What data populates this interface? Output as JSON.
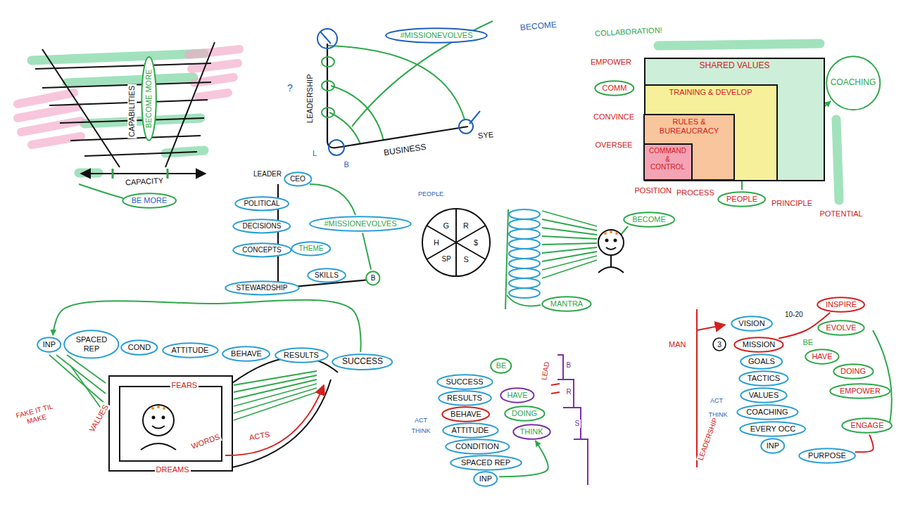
{
  "diagram": {
    "nodes": [
      {
        "text": [
          "BECOME MORE"
        ]
      },
      {
        "text": [
          "BE MORE"
        ]
      },
      {
        "text": [
          "#MISSIONEVOLVES"
        ]
      },
      {
        "text": [
          "COMM"
        ]
      },
      {
        "text": [
          "SHARED VALUES"
        ]
      },
      {
        "text": [
          "TRAINING & DEVELOP"
        ],
        "in": 4
      },
      {
        "text": [
          "RULES & BUREAUCRACY"
        ],
        "in": 5
      },
      {
        "text": [
          "COMMAND & CONTROL"
        ],
        "in": 6
      },
      {
        "text": [
          "COACHING"
        ]
      },
      {
        "text": [
          "PEOPLE"
        ]
      },
      {
        "text": [
          "CEO"
        ]
      },
      {
        "text": [
          "POLITICAL"
        ]
      },
      {
        "text": [
          "DECISIONS"
        ]
      },
      {
        "text": [
          "CONCEPTS"
        ]
      },
      {
        "text": [
          "THEME"
        ]
      },
      {
        "text": [
          "STEWARDSHIP"
        ]
      },
      {
        "text": [
          "SKILLS"
        ]
      },
      {
        "text": [
          "B"
        ]
      },
      {
        "text": [
          "#MISSIONEVOLVES"
        ]
      },
      {
        "text": [
          "BECOME"
        ]
      },
      {
        "text": [
          "MANTRA"
        ]
      },
      {
        "text": [
          "INP"
        ]
      },
      {
        "text": [
          "SPACED REP"
        ]
      },
      {
        "text": [
          "COND"
        ]
      },
      {
        "text": [
          "ATTITUDE"
        ]
      },
      {
        "text": [
          "BEHAVE"
        ]
      },
      {
        "text": [
          "RESULTS"
        ]
      },
      {
        "text": [
          "SUCCESS"
        ]
      },
      {
        "text": [
          "SUCCESS"
        ]
      },
      {
        "text": [
          "RESULTS"
        ]
      },
      {
        "text": [
          "BEHAVE"
        ]
      },
      {
        "text": [
          "ATTITUDE"
        ]
      },
      {
        "text": [
          "CONDITION"
        ]
      },
      {
        "text": [
          "SPACED REP"
        ]
      },
      {
        "text": [
          "INP"
        ]
      },
      {
        "text": [
          "BE"
        ]
      },
      {
        "text": [
          "HAVE"
        ]
      },
      {
        "text": [
          "DOING"
        ]
      },
      {
        "text": [
          "THINK"
        ]
      },
      {
        "text": [
          "VISION"
        ]
      },
      {
        "text": [
          "MISSION"
        ]
      },
      {
        "text": [
          "GOALS"
        ]
      },
      {
        "text": [
          "TACTICS"
        ]
      },
      {
        "text": [
          "VALUES"
        ]
      },
      {
        "text": [
          "COACHING"
        ]
      },
      {
        "text": [
          "EVERY OCC"
        ]
      },
      {
        "text": [
          "INP"
        ]
      },
      {
        "text": [
          "PURPOSE"
        ]
      },
      {
        "text": [
          "INSPIRE"
        ]
      },
      {
        "text": [
          "EVOLVE"
        ]
      },
      {
        "text": [
          "HAVE"
        ]
      },
      {
        "text": [
          "DOING"
        ]
      },
      {
        "text": [
          "EMPOWER"
        ]
      },
      {
        "text": [
          "ENGAGE"
        ]
      }
    ],
    "edges": [
      {
        "from": 27,
        "to": 21,
        "arrow": "to"
      },
      {
        "from": 7,
        "to": 8,
        "arrow": "to"
      },
      {
        "from": 17,
        "to": 18,
        "arrow": "none"
      },
      {
        "from": 34,
        "to": 38,
        "arrow": "to"
      },
      {
        "from": 40,
        "to": 48,
        "arrow": "none"
      },
      {
        "from": 47,
        "to": 53,
        "arrow": "none"
      }
    ],
    "labels": [
      "CAPABILITIES",
      "CAPACITY",
      "LEADERSHIP",
      "BUSINESS",
      "BECOME",
      "?",
      "L",
      "B",
      "SYE",
      "COLLABORATION!",
      "EMPOWER",
      "CONVINCE",
      "OVERSEE",
      "POSITION",
      "PROCESS",
      "PRINCIPLE",
      "POTENTIAL",
      "LEADER",
      "PEOPLE",
      "G",
      "R",
      "$",
      "S",
      "SP",
      "H",
      "FEARS",
      "VALUES",
      "DREAMS",
      "WORDS",
      "ACTS",
      "FAKE IT TIL MAKE",
      "ACT",
      "THINK",
      "LEAD",
      "B",
      "R",
      "S",
      "MAN",
      "3",
      "10-20",
      "BE",
      "ACT",
      "THINK",
      "LEADERSHIP"
    ]
  }
}
